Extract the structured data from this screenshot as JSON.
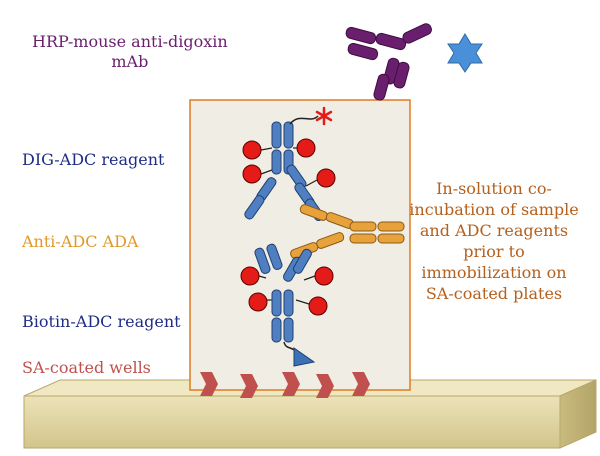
{
  "labels": {
    "hrp_line1": "HRP-mouse anti-digoxin",
    "hrp_line2": "mAb",
    "dig_adc": "DIG-ADC reagent",
    "anti_adc_ada": "Anti-ADC ADA",
    "biotin_adc": "Biotin-ADC reagent",
    "sa_wells": "SA-coated wells",
    "note_lines": [
      "In-solution co-",
      "incubation of sample",
      "and ADC reagents",
      "prior to",
      "immobilization on",
      "SA-coated plates"
    ]
  },
  "colors": {
    "hrp_antibody": "#6a1f6e",
    "hrp_star": "#4a90d9",
    "adc_antibody": "#4f7fc0",
    "ada_antibody": "#e8a23c",
    "drug_payload": "#e41b17",
    "digoxin_marker": "#e41b17",
    "biotin_marker": "#3a72b5",
    "frame_border": "#e07b1f",
    "frame_fill": "#f0ede4",
    "plate_top": "#e7dfb1",
    "plate_side": "#cdbf86",
    "streptavidin_arrow": "#c0504d"
  },
  "icons": [
    "hrp-star-icon",
    "digoxin-asterisk-icon",
    "biotin-triangle-icon",
    "drug-payload-icon"
  ]
}
